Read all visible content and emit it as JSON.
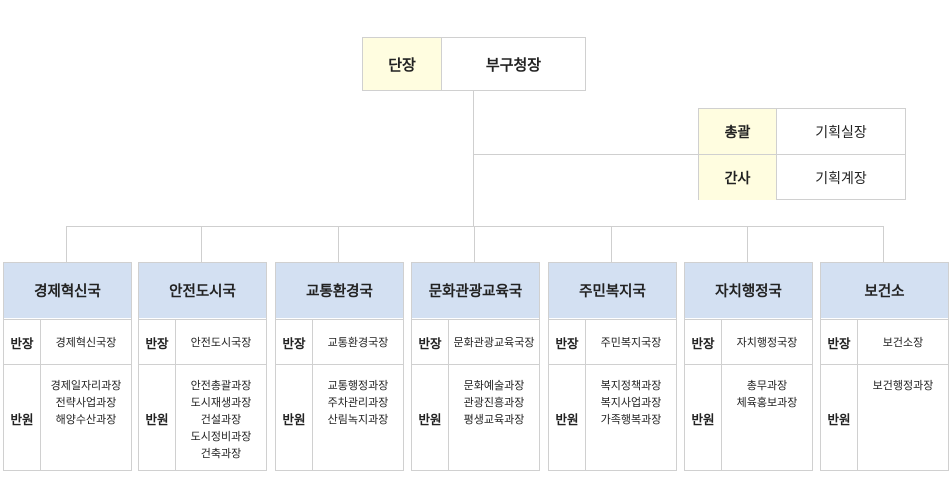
{
  "head": {
    "label": "단장",
    "value": "부구청장"
  },
  "side": [
    {
      "label": "총괄",
      "value": "기획실장"
    },
    {
      "label": "간사",
      "value": "기획계장"
    }
  ],
  "row_labels": {
    "leader": "반장",
    "members": "반원"
  },
  "departments": [
    {
      "name": "경제혁신국",
      "leader": "경제혁신국장",
      "members": [
        "경제일자리과장",
        "전략사업과장",
        "해양수산과장"
      ]
    },
    {
      "name": "안전도시국",
      "leader": "안전도시국장",
      "members": [
        "안전총괄과장",
        "도시재생과장",
        "건설과장",
        "도시정비과장",
        "건축과장"
      ]
    },
    {
      "name": "교통환경국",
      "leader": "교통환경국장",
      "members": [
        "교통행정과장",
        "주차관리과장",
        "산림녹지과장"
      ]
    },
    {
      "name": "문화관광교육국",
      "leader": "문화관광교육국장",
      "members": [
        "문화예술과장",
        "관광진흥과장",
        "평생교육과장"
      ]
    },
    {
      "name": "주민복지국",
      "leader": "주민복지국장",
      "members": [
        "복지정책과장",
        "복지사업과장",
        "가족행복과장"
      ]
    },
    {
      "name": "자치행정국",
      "leader": "자치행정국장",
      "members": [
        "총무과장",
        "체육홍보과장"
      ]
    },
    {
      "name": "보건소",
      "leader": "보건소장",
      "members": [
        "보건행정과장"
      ]
    }
  ]
}
